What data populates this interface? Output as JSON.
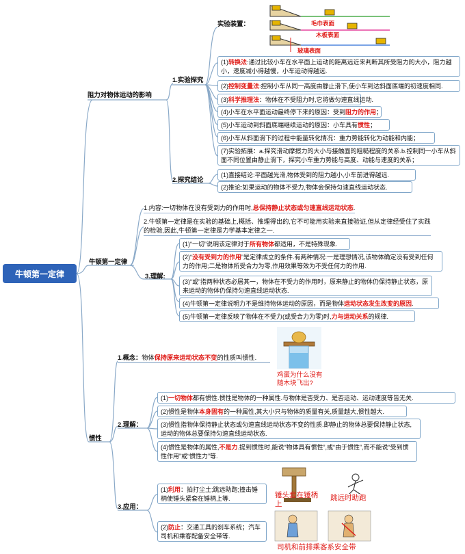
{
  "root": "牛顿第一定律",
  "branches": {
    "b1": {
      "label": "阻力对物体运动的影响",
      "sub1": {
        "label": "1.实验探究",
        "setup_label": "实验装置：",
        "surfaces": [
          "毛巾表面",
          "木板表面",
          "玻璃表面"
        ],
        "items": [
          {
            "pre": "(1)",
            "hl": "转换法",
            "post": ":通过比较小车在水平面上运动的距离远近来判断其所受阻力的大小，阻力越小，速度减小得越慢，小车运动得越远."
          },
          {
            "pre": "(2)",
            "hl": "控制变量法",
            "post": ":控制小车从同一高度由静止滑下,使小车到达斜面底端的初速度相同."
          },
          {
            "pre": "(3)",
            "hl": "科学推理法",
            "post": "：物体在不受阻力时,它将做匀速直线运动."
          },
          {
            "pre": "(4)小车在水平面运动最终停下来的原因：受到",
            "hl": "阻力的作用",
            "post": "；"
          },
          {
            "pre": "(5)小车运动到斜面底端继续运动的原因：小车具有",
            "hl": "惯性",
            "post": "；"
          },
          {
            "pre": "(6)小车从斜面滑下的过程中能量转化情况：重力势能转化为动能和内能；",
            "hl": "",
            "post": ""
          },
          {
            "pre": "(7)实验拓展：a.探究滑动摩擦力的大小与接触面的粗糙程度的关系.b.控制同一小车从斜面不同位置由静止滑下，探究小车重力势能与高度、动能与速度的关系；",
            "hl": "",
            "post": ""
          }
        ]
      },
      "sub2": {
        "label": "2.探究结论",
        "items": [
          "(1)直接结论:平面越光滑,物体受到的阻力越小,小车前进得越远.",
          "(2)推论:如果运动的物体不受力,物体会保持匀速直线运动状态."
        ]
      }
    },
    "b2": {
      "label": "牛顿第一定律",
      "content": {
        "pre": "1.内容:一切物体在没有受到力的作用时,",
        "hl": "总保持静止状态或匀速直线运动状态",
        "post": "."
      },
      "item2": "2.牛顿第一定律是在实验的基础上,概括、推理得出的,它不可能用实验来直接验证,但从定律经受住了实践的检验,因此,牛顿第一定律是力学基本定律之一.",
      "sub3": {
        "label": "3.理解:",
        "items": [
          {
            "pre": "(1)“一切”说明该定律对于",
            "hl": "所有物体",
            "post": "都适用，不是特殊现象."
          },
          {
            "pre": "(2)“",
            "hl": "没有受到力的作用",
            "post": "”是定律成立的条件.有两种情况:一是理想情况,该物体确定没有受到任何力的作用;二是物体所受合力为零,作用效果等效为不受任何力的作用."
          },
          {
            "pre": "(3)“或”指两种状态必居其一，物体在不受力的作用时，原来静止的物体仍保持静止状态，原来运动的物体仍保持匀速直线运动状态.",
            "hl": "",
            "post": ""
          },
          {
            "pre": "(4)牛顿第一定律说明力不是维持物体运动的原因，而是物体",
            "hl": "运动状态发生改变的原因",
            "post": "."
          },
          {
            "pre": "(5)牛顿第一定律反映了物体在不受力(或受合力为零)时,",
            "hl": "力与运动关系",
            "post": "的规律."
          }
        ]
      }
    },
    "b3": {
      "label": "惯性",
      "concept": {
        "label": "1.概念：",
        "pre": "物体",
        "hl": "保持原来运动状态不变",
        "post": "的性质叫惯性.",
        "image_caption": "鸡蛋为什么没有随木块飞出?"
      },
      "sub2": {
        "label": "2.理解：",
        "items": [
          {
            "pre": "(1)",
            "hl": "一切物体",
            "post": "都有惯性.惯性是物体的一种属性.与物体是否受力、是否运动、运动速度等皆无关."
          },
          {
            "pre": "(2)惯性是物体",
            "hl": "本身固有",
            "post": "的一种属性,其大小只与物体的质量有关,质量越大,惯性越大."
          },
          {
            "pre": "(3)惯性指物体保持静止状态或匀速直线运动状态不变的性质.即静止的物体总要保持静止状态,运动的物体总要保持匀速直线运动状态.",
            "hl": "",
            "post": ""
          },
          {
            "pre": "(4)惯性是物体的属性,",
            "hl": "不是力",
            "post": ".提到惯性时,能说“物体具有惯性”,或“由于惯性”,而不能说“受到惯性作用”或“惯性力”等."
          }
        ]
      },
      "sub3": {
        "label": "3.应用：",
        "use": {
          "pre": "(1)",
          "hl": "利用",
          "post": "：拍打尘土;跳远助跑;撞击锤柄使锤头紧套在锤柄上等."
        },
        "prevent": {
          "pre": "(2)",
          "hl": "防止",
          "post": "：交通工具的刹车系统；汽车司机和乘客配备安全带等."
        },
        "captions": [
          "锤头套在锤柄上",
          "跳远时助跑",
          "司机和前排乘客系安全带"
        ]
      }
    }
  },
  "colors": {
    "root_bg": "#2e63b8",
    "highlight": "#e0201c",
    "line": "#8aa9c8",
    "box_border": "#7fa6c9"
  }
}
